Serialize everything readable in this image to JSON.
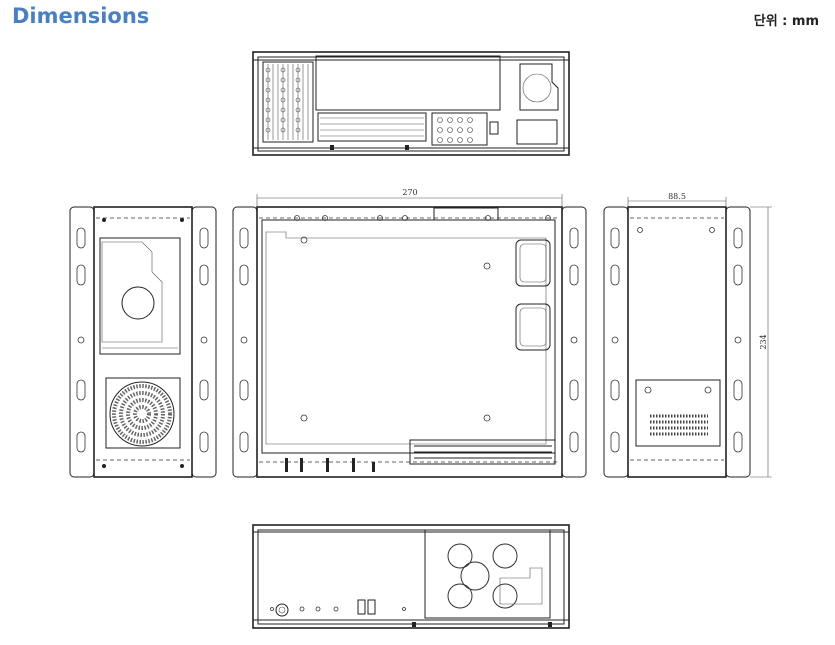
{
  "header": {
    "title": "Dimensions",
    "unit": "단위 : mm"
  },
  "dimensions": {
    "width": "270",
    "depth": "88.5",
    "height": "234"
  }
}
